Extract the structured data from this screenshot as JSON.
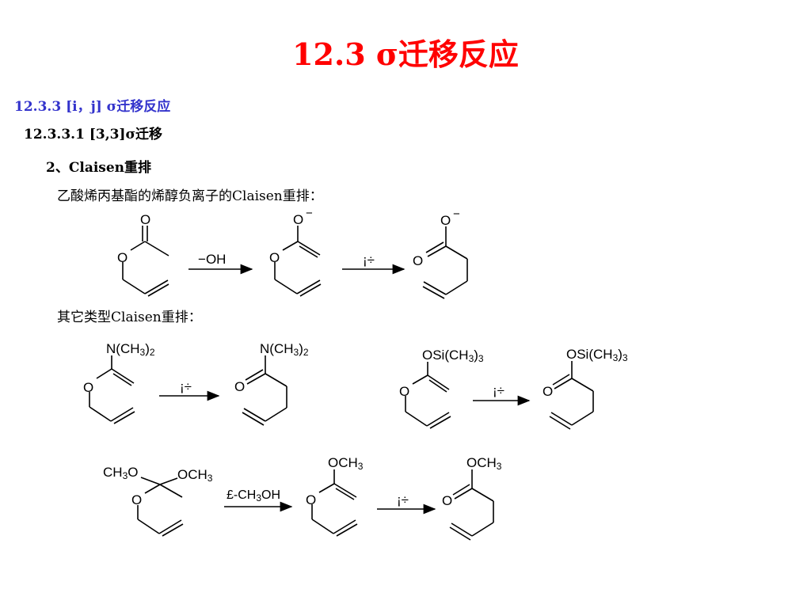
{
  "title": "12.3   σ迁移反应",
  "section_1": "12.3.3   [i，j]  σ迁移反应",
  "section_2": "12.3.3.1     [3,3]σ迁移",
  "item_2": "2、Claisen重排",
  "desc_enolate": "乙酸烯丙基酯的烯醇负离子的Claisen重排：",
  "desc_other": "其它类型Claisen重排：",
  "labels": {
    "O": "O",
    "O_minus": "O",
    "minus": "−",
    "hydroxide": "OH",
    "heat": "¡÷",
    "NMe2": "N(CH3)2",
    "OSiMe3": "OSi(CH3)3",
    "OMe": "OCH3",
    "MeO": "CH3O",
    "minus_MeOH": "£-CH3OH"
  }
}
